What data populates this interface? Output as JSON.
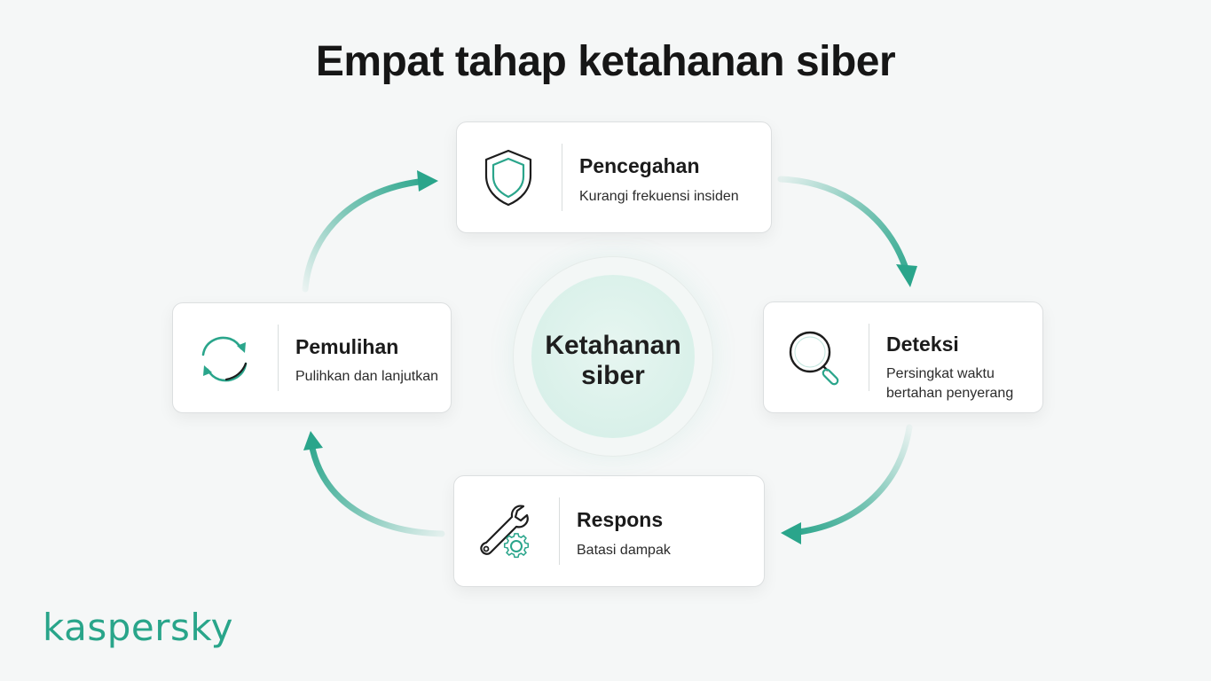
{
  "title": "Empat tahap ketahanan siber",
  "center": {
    "line1": "Ketahanan",
    "line2": "siber"
  },
  "stages": {
    "pencegahan": {
      "name": "Pencegahan",
      "desc": "Kurangi frekuensi insiden",
      "icon": "shield-icon"
    },
    "deteksi": {
      "name": "Deteksi",
      "desc_line1": "Persingkat waktu",
      "desc_line2": "bertahan penyerang",
      "icon": "magnifier-icon"
    },
    "respons": {
      "name": "Respons",
      "desc": "Batasi dampak",
      "icon": "wrench-gear-icon"
    },
    "pemulihan": {
      "name": "Pemulihan",
      "desc": "Pulihkan dan lanjutkan",
      "icon": "refresh-cycle-icon"
    }
  },
  "brand": {
    "logo_text": "kaspersky",
    "accent_color": "#2aa58b"
  }
}
